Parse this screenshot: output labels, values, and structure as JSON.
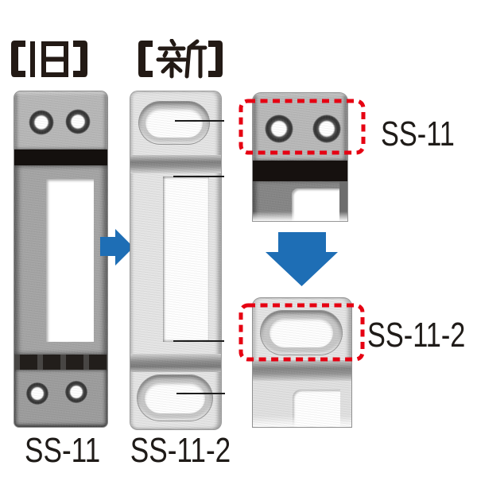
{
  "labels": {
    "old_tag": "【旧】",
    "new_tag": "【新】",
    "old_part_caption": "SS-11",
    "new_part_caption": "SS-11-2",
    "closeup_old_label": "SS-11",
    "closeup_new_label": "SS-11-2"
  },
  "icons": {
    "right_arrow": "blue-right-arrow",
    "down_arrow": "blue-down-arrow",
    "highlight_old": "red-dashed-box",
    "highlight_new": "red-dashed-box"
  },
  "colors": {
    "arrow_blue": "#1e6eb5",
    "highlight_red": "#e60012",
    "text_black": "#231a15",
    "background": "#ffffff"
  }
}
